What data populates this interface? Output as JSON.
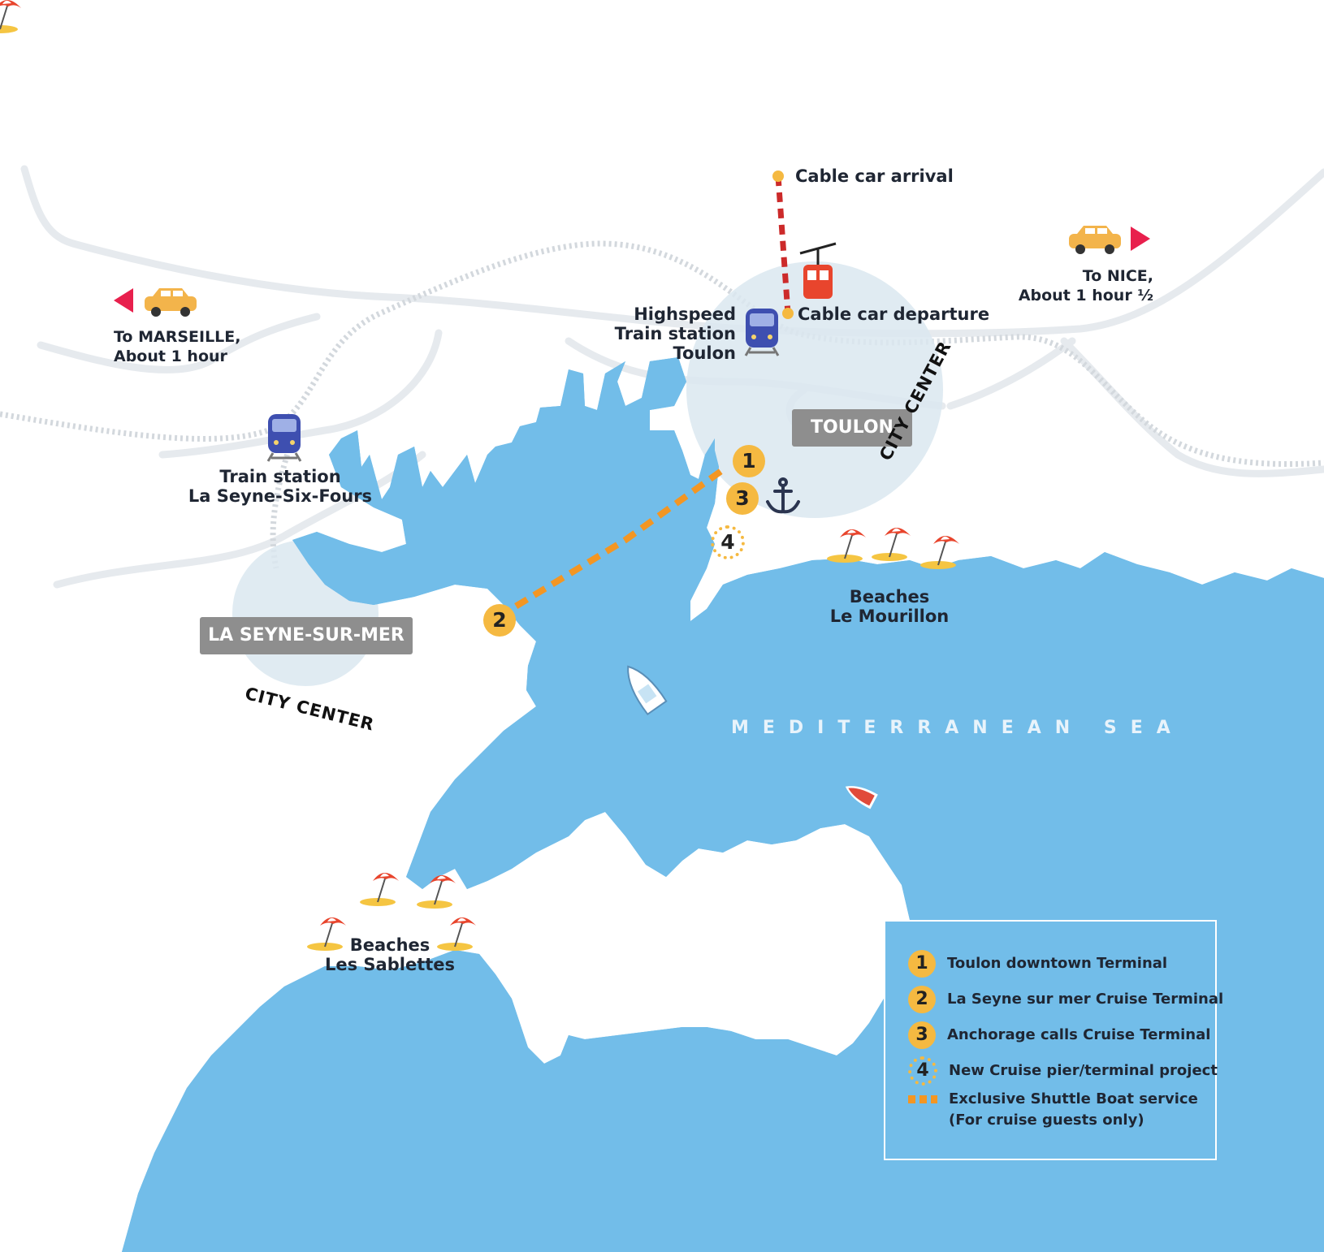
{
  "places": {
    "cable_car_arrival": "Cable car arrival",
    "cable_car_departure": "Cable car departure",
    "highspeed_station": [
      "Highspeed",
      "Train station",
      "Toulon"
    ],
    "train_station": [
      "Train station",
      "La Seyne-Six-Fours"
    ],
    "to_marseille": [
      "To MARSEILLE,",
      "About 1 hour"
    ],
    "to_nice": [
      "To NICE,",
      "About 1 hour ½"
    ],
    "toulon": "TOULON",
    "la_seyne": "LA SEYNE-SUR-MER",
    "city_center": "CITY CENTER",
    "beaches_mourillon": [
      "Beaches",
      "Le Mourillon"
    ],
    "beaches_sablettes": [
      "Beaches",
      "Les Sablettes"
    ],
    "sea": "MEDITERRANEAN SEA"
  },
  "markers": [
    "1",
    "2",
    "3",
    "4"
  ],
  "legend": {
    "items": [
      {
        "num": "1",
        "label": "Toulon downtown Terminal"
      },
      {
        "num": "2",
        "label": "La Seyne sur mer Cruise Terminal"
      },
      {
        "num": "3",
        "label": "Anchorage calls Cruise Terminal"
      },
      {
        "num": "4",
        "label": "New Cruise pier/terminal project"
      }
    ],
    "shuttle": [
      "Exclusive Shuttle Boat service",
      "(For cruise guests only)"
    ]
  },
  "colors": {
    "sea": "#72bde9",
    "sea_dark": "#5aaee3",
    "land": "#ffffff",
    "road": "#e6eaee",
    "rail": "#d3d8dd",
    "marker": "#f5b941",
    "shuttle": "#f39623",
    "cable": "#cc2a2a",
    "arrow": "#e8204d",
    "city_circle": "#dbe8f0",
    "city_box": "#8e8e8e"
  },
  "icons": [
    "car-icon",
    "train-icon",
    "cable-car-icon",
    "anchor-icon",
    "beach-umbrella-icon",
    "boat-icon"
  ]
}
